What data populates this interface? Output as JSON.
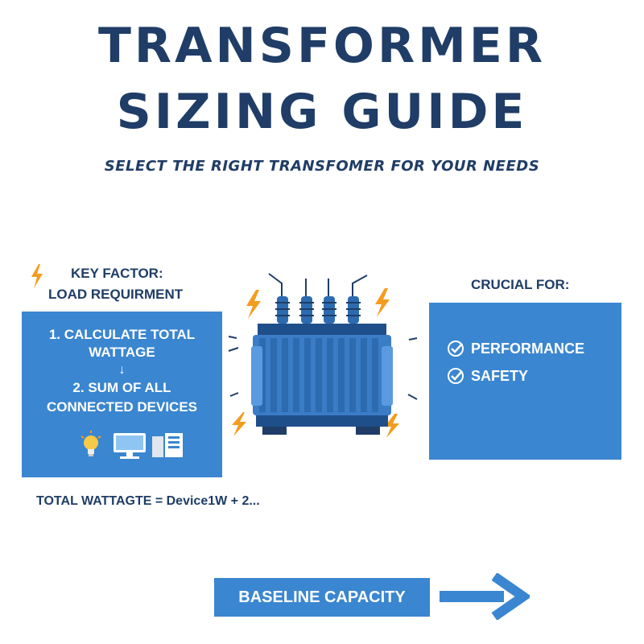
{
  "header": {
    "title_line_1": "TRANSFORMER",
    "title_line_2": "SIZING GUIDE",
    "subtitle": "SELECT THE RIGHT TRANSFOMER FOR YOUR NEEDS"
  },
  "key_factor": {
    "label_line_1": "KEY FACTOR:",
    "label_line_2": "LOAD REQUIRMENT",
    "steps": {
      "step1_line1": "1. CALCULATE TOTAL",
      "step1_line2": "WATTAGE",
      "arrow": "↓",
      "step2_line1": "2.     SUM OF ALL",
      "step2_line2": "CONNECTED DEVICES"
    },
    "device_icons": [
      "light-bulb-icon",
      "monitor-icon",
      "server-icon"
    ]
  },
  "crucial": {
    "label": "CRUCIAL FOR:",
    "items": [
      "PERFORMANCE",
      "SAFETY"
    ]
  },
  "formula": "TOTAL WATTAGTE = Device1W + 2...",
  "baseline": {
    "label": "BASELINE CAPACITY"
  },
  "colors": {
    "navy": "#1f3d66",
    "panel_blue": "#3a86d0",
    "accent_orange": "#f39c1f"
  }
}
